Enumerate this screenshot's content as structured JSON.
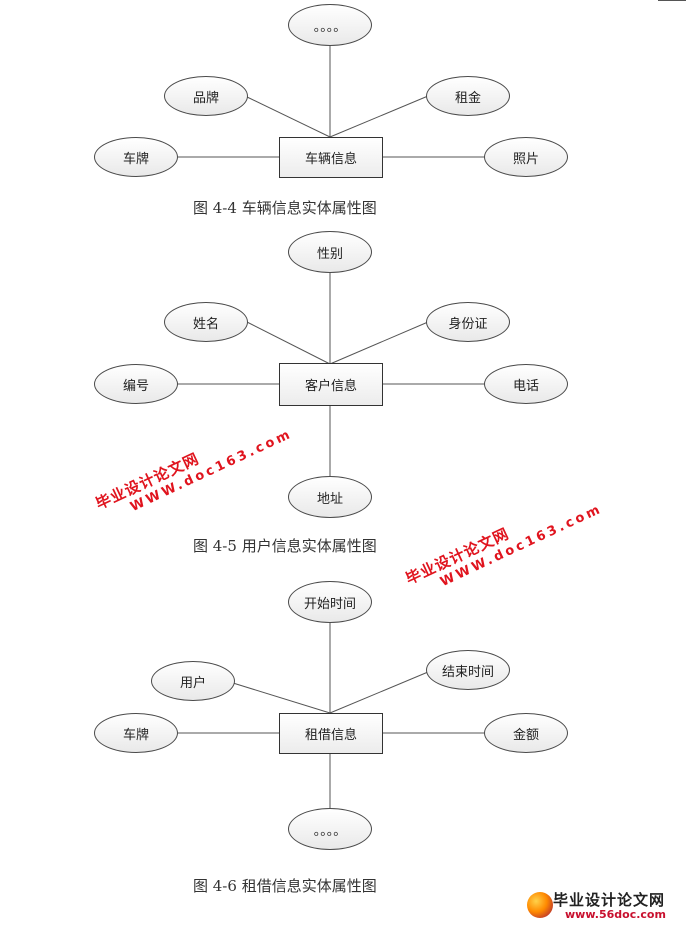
{
  "diagrams": [
    {
      "entity": "车辆信息",
      "attributes": {
        "top": "。。。。",
        "upper_left": "品牌",
        "upper_right": "租金",
        "left": "车牌",
        "right": "照片"
      },
      "caption": "图 4-4 车辆信息实体属性图"
    },
    {
      "entity": "客户信息",
      "attributes": {
        "top": "性别",
        "upper_left": "姓名",
        "upper_right": "身份证",
        "left": "编号",
        "right": "电话",
        "bottom": "地址"
      },
      "caption": "图 4-5 用户信息实体属性图"
    },
    {
      "entity": "租借信息",
      "attributes": {
        "top": "开始时间",
        "upper_left": "用户",
        "upper_right": "结束时间",
        "left": "车牌",
        "right": "金额",
        "bottom": "。。。。"
      },
      "caption": "图 4-6 租借信息实体属性图"
    }
  ],
  "watermarks": [
    {
      "line1": "毕业设计论文网",
      "line2": "WWW.doc163.com"
    },
    {
      "line1": "毕业设计论文网",
      "line2": "WWW.doc163.com"
    }
  ],
  "footer": {
    "brand": "毕业设计论文网",
    "site": "www.56doc.com"
  },
  "colors": {
    "watermark": "#e0141e",
    "stroke": "#4a4a4a"
  }
}
